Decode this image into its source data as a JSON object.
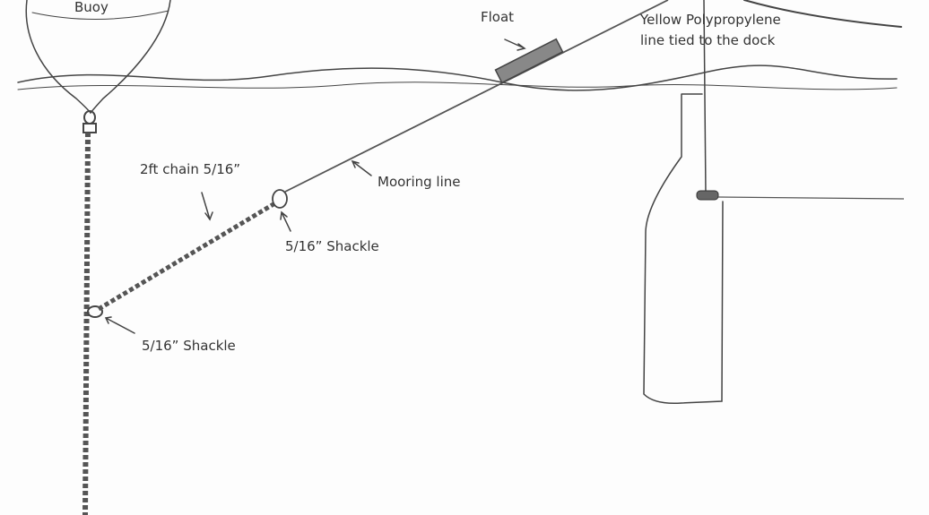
{
  "labels": {
    "buoy": "Buoy",
    "float": "Float",
    "yellow_line_1": "Yellow Polypropylene",
    "yellow_line_2": "line tied to the dock",
    "chain": "2ft chain 5/16”",
    "mooring_line": "Mooring line",
    "shackle_upper": "5/16” Shackle",
    "shackle_lower": "5/16” Shackle"
  }
}
